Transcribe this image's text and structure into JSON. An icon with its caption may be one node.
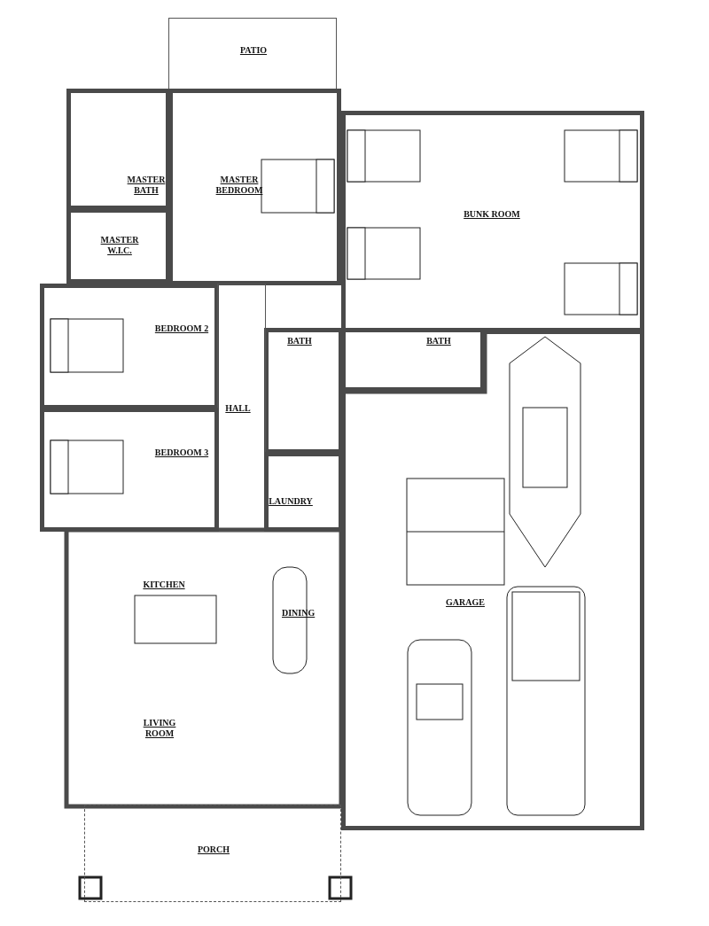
{
  "diagram": {
    "nodes": [
      {
        "text": [
          "PATIO"
        ]
      },
      {
        "text": [
          "MASTER BATH"
        ]
      },
      {
        "text": [
          "MASTER BEDROOM"
        ]
      },
      {
        "text": [
          "MASTER W.I.C."
        ]
      },
      {
        "text": [
          "BUNK ROOM"
        ]
      },
      {
        "text": [
          "BEDROOM 2"
        ]
      },
      {
        "text": [
          "BATH"
        ]
      },
      {
        "text": [
          "BATH"
        ]
      },
      {
        "text": [
          "HALL"
        ]
      },
      {
        "text": [
          "BEDROOM 3"
        ]
      },
      {
        "text": [
          "LAUNDRY"
        ]
      },
      {
        "text": [
          "GARAGE"
        ]
      },
      {
        "text": [
          "PORCH"
        ]
      }
    ],
    "labels": [
      "KITCHEN",
      "DINING",
      "LIVING ROOM"
    ]
  }
}
